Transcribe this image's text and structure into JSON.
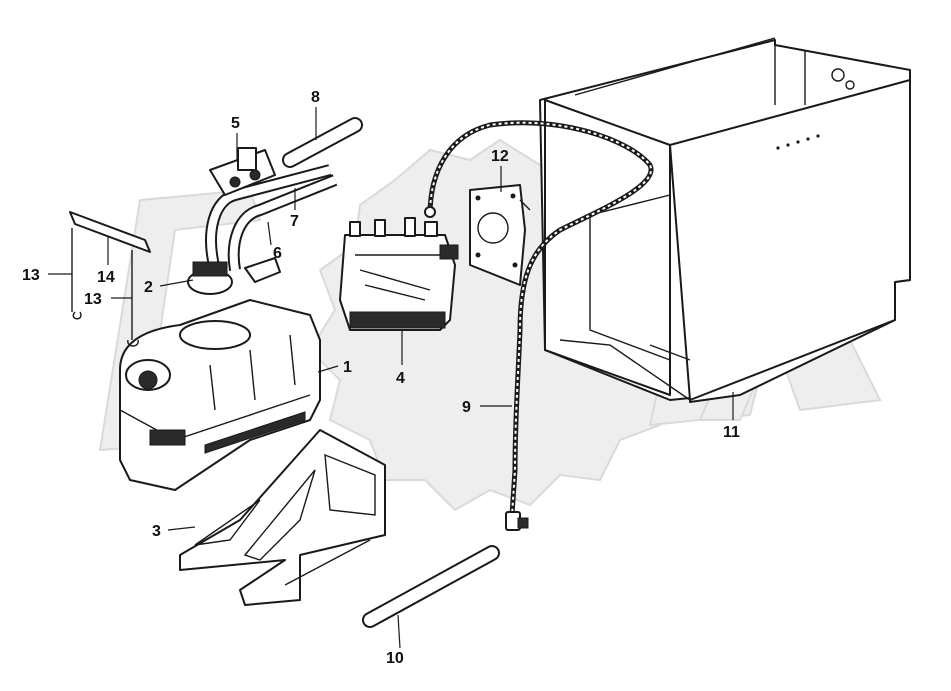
{
  "callouts": {
    "c1": "1",
    "c2": "2",
    "c3": "3",
    "c4": "4",
    "c5": "5",
    "c6": "6",
    "c7": "7",
    "c8": "8",
    "c9": "9",
    "c10": "10",
    "c11": "11",
    "c12": "12",
    "c13a": "13",
    "c13b": "13",
    "c14": "14"
  },
  "colors": {
    "line": "#1a1a1a",
    "watermark": "#ededed",
    "background": "#ffffff"
  }
}
